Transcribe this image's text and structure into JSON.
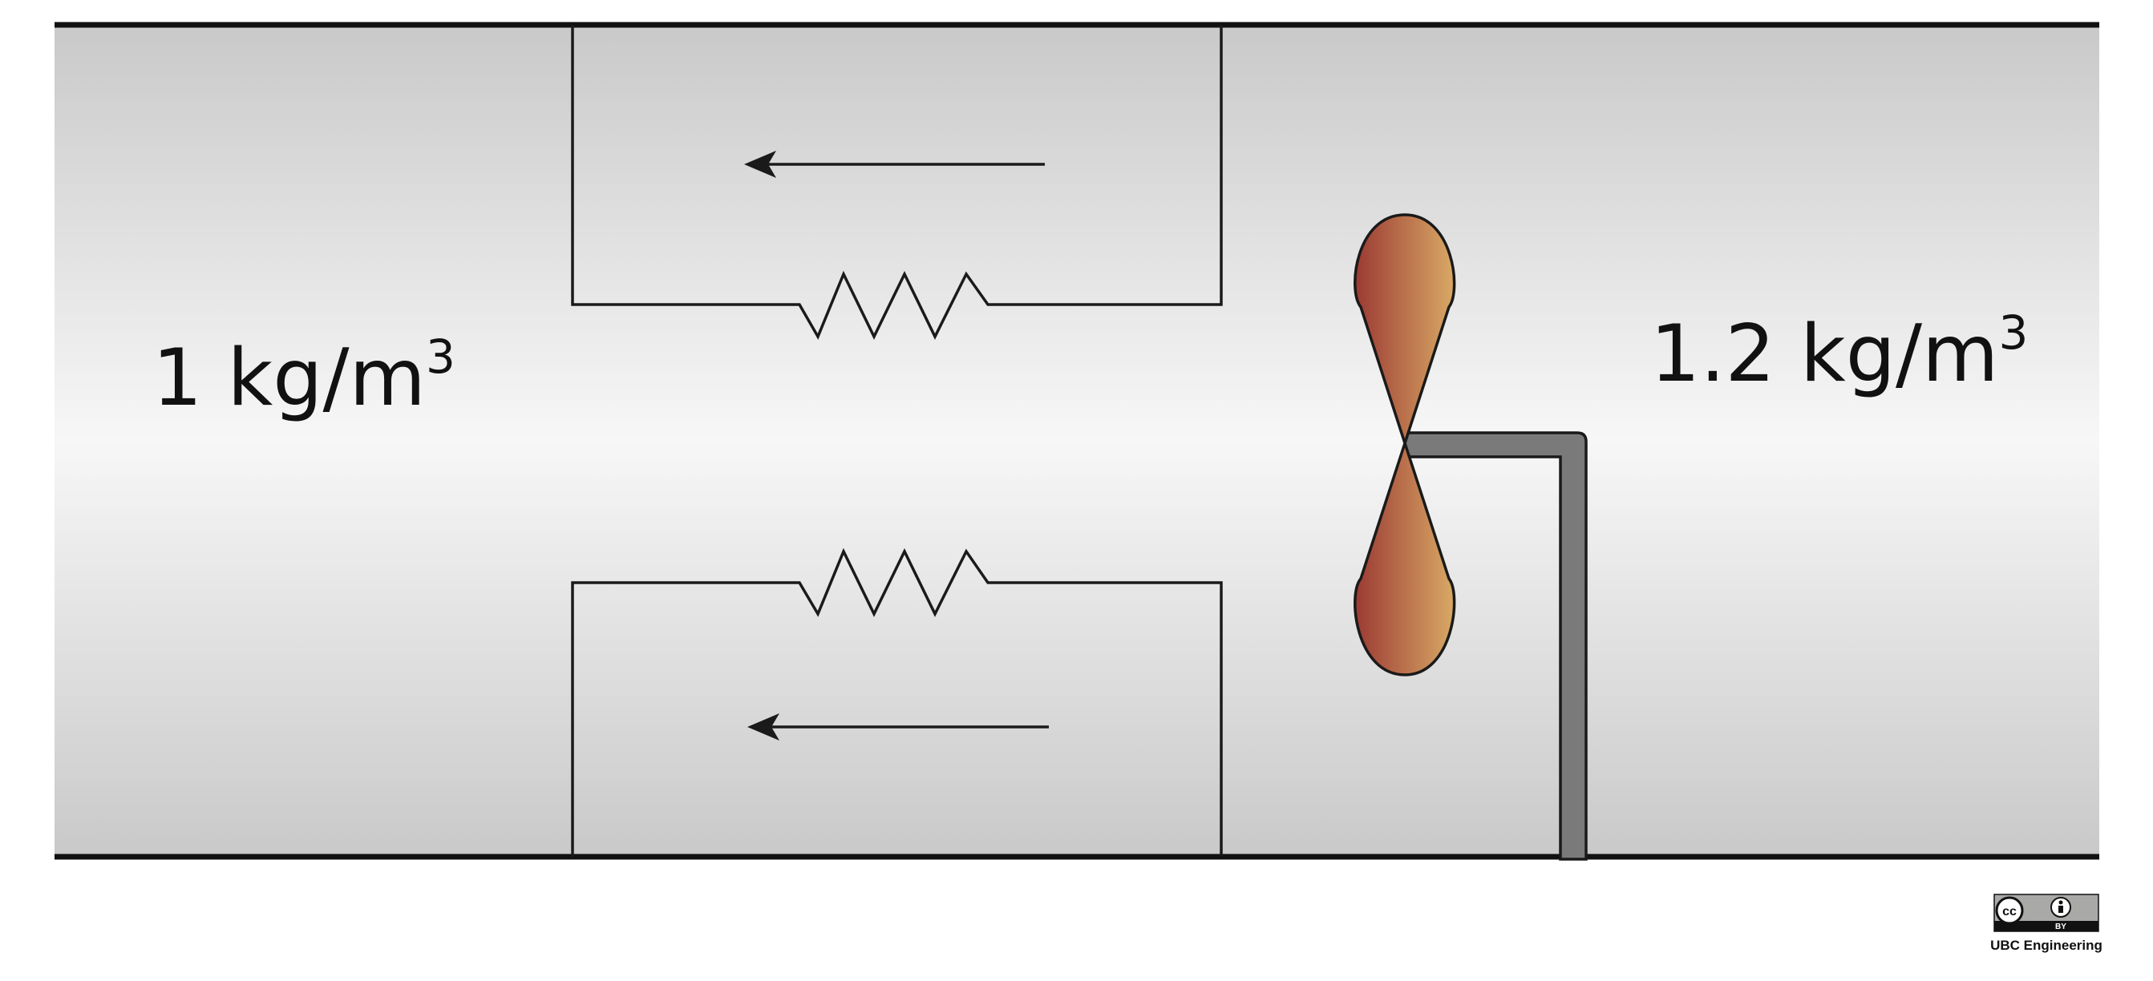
{
  "left_region": {
    "density_value": "1 kg/m",
    "density_exponent": "3"
  },
  "right_region": {
    "density_value": "1.2 kg/m",
    "density_exponent": "3"
  },
  "license": {
    "badge_cc": "cc",
    "badge_by": "BY",
    "credit": "UBC Engineering"
  },
  "colors": {
    "duct_edge": "#c9c9c9",
    "duct_center": "#f6f6f6",
    "wire": "#1a1a1a",
    "shaft": "#7a7a7a",
    "blade_dark": "#9b3a33",
    "blade_light": "#d9a965"
  },
  "icons": [
    "arrow-left-icon",
    "resistor-icon",
    "fan-icon",
    "shaft-icon",
    "cc-by-icon"
  ]
}
